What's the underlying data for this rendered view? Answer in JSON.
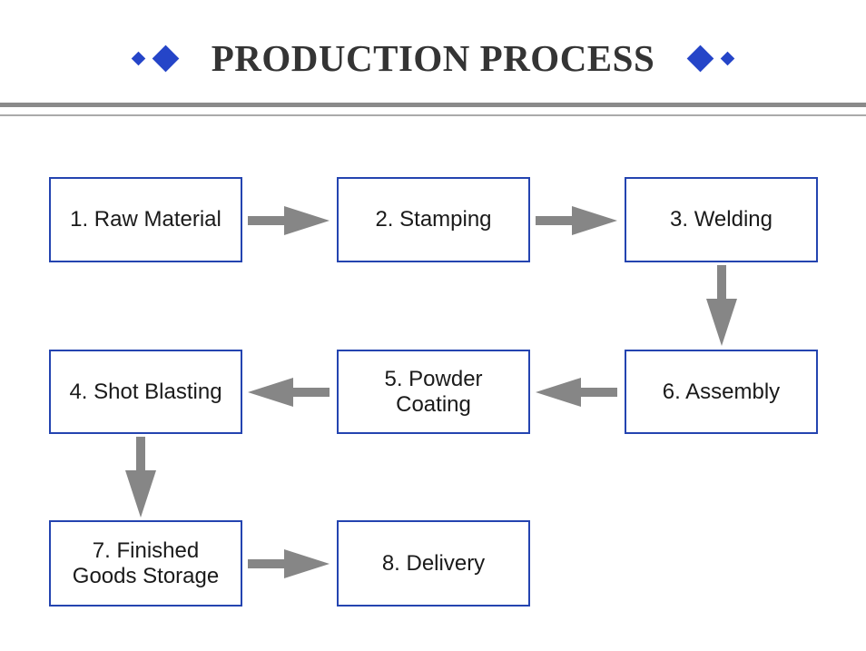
{
  "header": {
    "title": "PRODUCTION PROCESS",
    "left_decorations": [
      "small-diamond",
      "large-diamond"
    ],
    "right_decorations": [
      "large-diamond",
      "small-diamond"
    ]
  },
  "colors": {
    "background": "#ffffff",
    "title_text": "#343434",
    "diamond_blue": "#2545c8",
    "box_border_blue": "#2444b0",
    "box_text": "#1a1a1a",
    "arrow_gray": "#868686",
    "divider_dark": "#8a8a8a",
    "divider_light": "#aaaaaa"
  },
  "flow": {
    "steps": [
      {
        "id": 1,
        "label": "1. Raw Material"
      },
      {
        "id": 2,
        "label": "2. Stamping"
      },
      {
        "id": 3,
        "label": "3. Welding"
      },
      {
        "id": 4,
        "label": "4. Shot Blasting"
      },
      {
        "id": 5,
        "label": "5. Powder\nCoating"
      },
      {
        "id": 6,
        "label": "6. Assembly"
      },
      {
        "id": 7,
        "label": "7. Finished\nGoods Storage"
      },
      {
        "id": 8,
        "label": "8. Delivery"
      }
    ],
    "connections": [
      {
        "from": 1,
        "to": 2,
        "direction": "right"
      },
      {
        "from": 2,
        "to": 3,
        "direction": "right"
      },
      {
        "from": 3,
        "to": 6,
        "direction": "down"
      },
      {
        "from": 6,
        "to": 5,
        "direction": "left"
      },
      {
        "from": 5,
        "to": 4,
        "direction": "left"
      },
      {
        "from": 4,
        "to": 7,
        "direction": "down"
      },
      {
        "from": 7,
        "to": 8,
        "direction": "right"
      }
    ]
  }
}
